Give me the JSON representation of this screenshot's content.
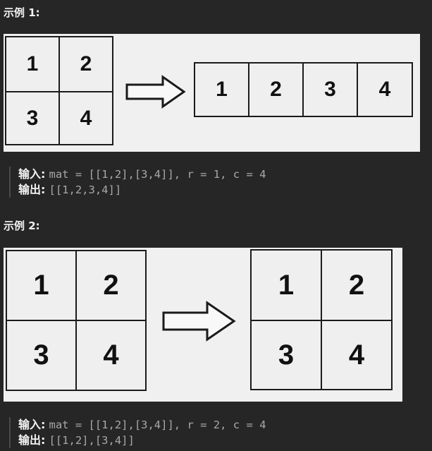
{
  "example1": {
    "heading": "示例 1:",
    "input_matrix": [
      "1",
      "2",
      "3",
      "4"
    ],
    "output_matrix": [
      "1",
      "2",
      "3",
      "4"
    ],
    "input_label": "输入:",
    "input_value": "mat = [[1,2],[3,4]], r = 1, c = 4",
    "output_label": "输出:",
    "output_value": "[[1,2,3,4]]"
  },
  "example2": {
    "heading": "示例 2:",
    "input_matrix": [
      "1",
      "2",
      "3",
      "4"
    ],
    "output_matrix": [
      "1",
      "2",
      "3",
      "4"
    ],
    "input_label": "输入:",
    "input_value": "mat = [[1,2],[3,4]], r = 2, c = 4",
    "output_label": "输出:",
    "output_value": "[[1,2],[3,4]]"
  },
  "colors": {
    "background": "#262626",
    "figure_background": "#f0f0f0",
    "grid_line": "#1b1b1b",
    "label_text": "#f2f2f2",
    "code_text": "#a8a8a8"
  },
  "icons": [
    "right-arrow-icon"
  ]
}
